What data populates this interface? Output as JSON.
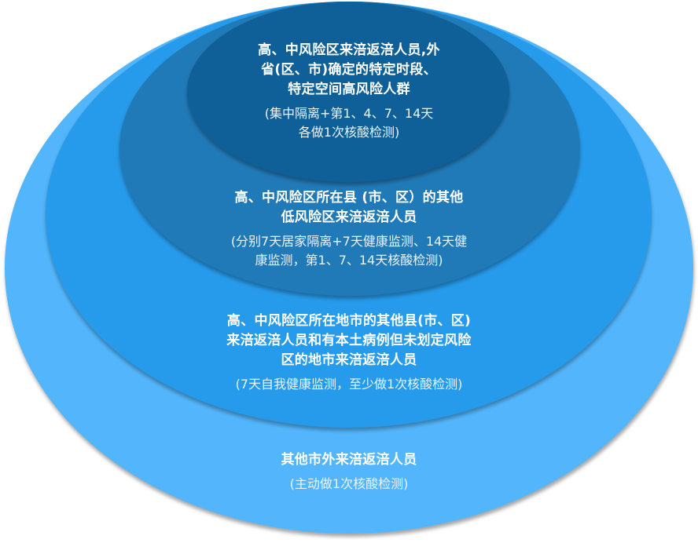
{
  "diagram": {
    "type": "nested-ellipses",
    "layers": [
      {
        "level": 1,
        "name": "outermost",
        "color": "#53b6fc",
        "title_lines": [
          "其他市外来涪返涪人员"
        ],
        "note_lines": [
          "(主动做1次核酸检测)"
        ]
      },
      {
        "level": 2,
        "name": "second",
        "color": "#279beb",
        "title_lines": [
          "高、中风险区所在地市的其他县(市、区)",
          "来涪返涪人员和有本土病例但未划定风险",
          "区的地市来涪返涪人员"
        ],
        "note_lines": [
          "(7天自我健康监测，至少做1次核酸检测)"
        ]
      },
      {
        "level": 3,
        "name": "third",
        "color": "#217ab8",
        "title_lines": [
          "高、中风险区所在县 (市、区）的其他",
          "低风险区来涪返涪人员"
        ],
        "note_lines": [
          "(分别7天居家隔离+7天健康监测、14天健",
          "康监测，第1、7、14天核酸检测)"
        ]
      },
      {
        "level": 4,
        "name": "innermost",
        "color": "#0f6098",
        "title_lines": [
          "高、中风险区来涪返涪人员,外",
          "省(区、市)确定的特定时段、",
          "特定空间高风险人群"
        ],
        "note_lines": [
          "(集中隔离+第1、4、7、14天",
          "各做1次核酸检测)"
        ]
      }
    ],
    "text_color": "#ffffff"
  }
}
